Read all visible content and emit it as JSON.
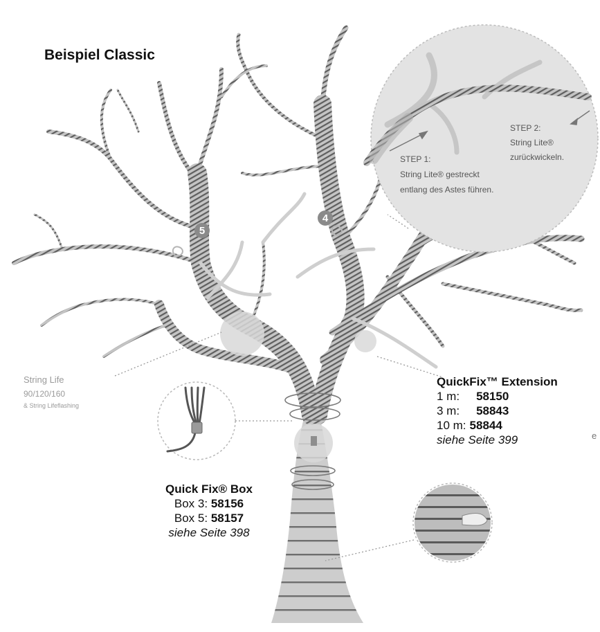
{
  "title": "Beispiel Classic",
  "step1": {
    "heading": "STEP 1:",
    "line1": "String Lite® gestreckt",
    "line2": "entlang des Astes führen."
  },
  "step2": {
    "heading": "STEP 2:",
    "line1": "String Lite®",
    "line2": "zurückwickeln."
  },
  "string_life": {
    "line1": "String Life",
    "line2": "90/120/160",
    "line3": "& String Lifeflashing"
  },
  "badges": [
    "5",
    "4"
  ],
  "quickfix_extension": {
    "heading": "QuickFix™ Extension",
    "rows": [
      {
        "label": "1 m:",
        "code": "58150"
      },
      {
        "label": "3 m:",
        "code": "58843"
      },
      {
        "label": "10 m:",
        "code": "58844"
      }
    ],
    "ref": "siehe Seite 399"
  },
  "quickfix_box": {
    "heading": "Quick Fix® Box",
    "rows": [
      {
        "label": "Box 3:",
        "code": "58156"
      },
      {
        "label": "Box 5:",
        "code": "58157"
      }
    ],
    "ref": "siehe Seite 398"
  },
  "edge_fragment": "e",
  "colors": {
    "tree": "#c9c9c9",
    "wrap": "#6e6e6e",
    "callout_circle": "#e4e4e4",
    "highlight": "#dcdcdc",
    "badge": "#8a8a8a"
  }
}
